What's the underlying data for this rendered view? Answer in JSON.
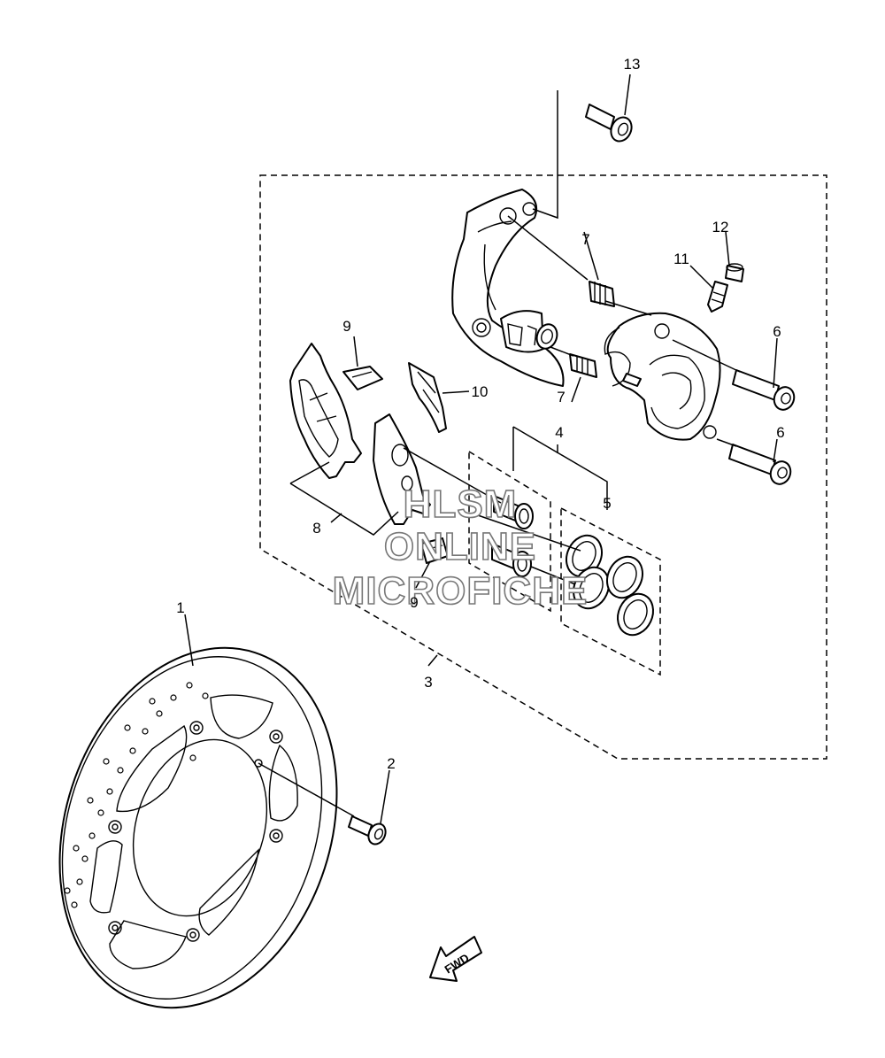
{
  "callouts": {
    "c1": "1",
    "c2": "2",
    "c3": "3",
    "c4": "4",
    "c5": "5",
    "c6a": "6",
    "c6b": "6",
    "c7a": "7",
    "c7b": "7",
    "c8": "8",
    "c9a": "9",
    "c9b": "9",
    "c10": "10",
    "c11": "11",
    "c12": "12",
    "c13": "13"
  },
  "watermark": {
    "line1": "HLSM",
    "line2": "ONLINE",
    "line3": "MICROFICHE"
  },
  "direction_arrow": {
    "label": "FWD"
  },
  "colors": {
    "line": "#000000",
    "background": "#ffffff",
    "watermark_outline": "#777777"
  }
}
